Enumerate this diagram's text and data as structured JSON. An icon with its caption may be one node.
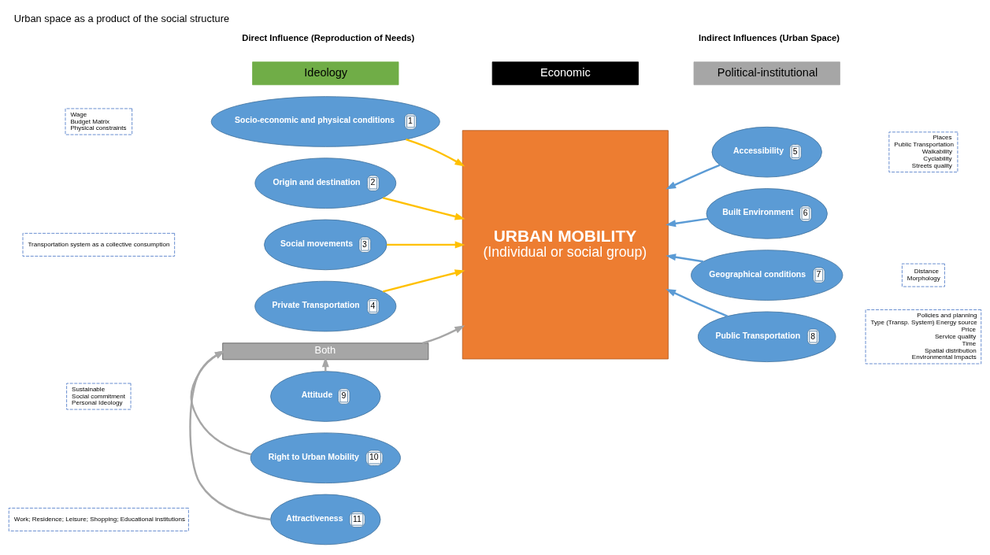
{
  "diagram": {
    "title": "Urban space as a product of the social structure",
    "nodes": [
      {
        "text": [
          "Ideology"
        ]
      },
      {
        "text": [
          "Economic"
        ]
      },
      {
        "text": [
          "Political-institutional"
        ]
      },
      {
        "text": [
          "Socio-economic and physical conditions",
          "1"
        ]
      },
      {
        "text": [
          "Wage",
          "Budget Matrix",
          "Physical constraints"
        ]
      },
      {
        "text": [
          "Origin and destination",
          "2"
        ]
      },
      {
        "text": [
          "Transportation system as a collective consumption"
        ]
      },
      {
        "text": [
          "Social movements",
          "3"
        ]
      },
      {
        "text": [
          "Private Transportation",
          "4"
        ]
      },
      {
        "text": [
          "URBAN MOBILITY",
          "(Individual or social group)"
        ]
      },
      {
        "text": [
          "Accessibility",
          "5"
        ]
      },
      {
        "text": [
          "Places",
          "Public Transportation",
          "Walkability",
          "Cyclability",
          "Streets quality"
        ]
      },
      {
        "text": [
          "Built Environment",
          "6"
        ]
      },
      {
        "text": [
          "Geographical conditions",
          "7"
        ]
      },
      {
        "text": [
          "Distance",
          "Morphology"
        ]
      },
      {
        "text": [
          "Public Transportation",
          "8"
        ]
      },
      {
        "text": [
          "Policies and planning",
          "Type (Transp. System) Energy source",
          "Price",
          "Service quality",
          "Time",
          "Spatial distribution",
          "Environmental Impacts"
        ]
      },
      {
        "text": [
          "Both"
        ]
      },
      {
        "text": [
          "Sustainable",
          "Social commitment",
          "Personal Ideology"
        ]
      },
      {
        "text": [
          "Attitude",
          "9"
        ]
      },
      {
        "text": [
          "Right to Urban Mobility",
          "10"
        ]
      },
      {
        "text": [
          "Attractiveness",
          "11"
        ]
      },
      {
        "text": [
          "Work; Residence; Leisure; Shopping; Educational institutions"
        ]
      }
    ],
    "edges": [
      {
        "from": 3,
        "to": 9,
        "arrow": "to",
        "color": "#ffc000"
      },
      {
        "from": 5,
        "to": 9,
        "arrow": "to",
        "color": "#ffc000"
      },
      {
        "from": 7,
        "to": 9,
        "arrow": "to",
        "color": "#ffc000"
      },
      {
        "from": 8,
        "to": 9,
        "arrow": "to",
        "color": "#ffc000"
      },
      {
        "from": 10,
        "to": 9,
        "arrow": "to",
        "color": "#5b9bd5"
      },
      {
        "from": 12,
        "to": 9,
        "arrow": "to",
        "color": "#5b9bd5"
      },
      {
        "from": 13,
        "to": 9,
        "arrow": "to",
        "color": "#5b9bd5"
      },
      {
        "from": 15,
        "to": 9,
        "arrow": "to",
        "color": "#5b9bd5"
      },
      {
        "from": 17,
        "to": 9,
        "arrow": "to",
        "color": "#a6a6a6"
      },
      {
        "from": 19,
        "to": 17,
        "arrow": "to",
        "color": "#a6a6a6"
      },
      {
        "from": 20,
        "to": 17,
        "arrow": "to",
        "color": "#a6a6a6"
      },
      {
        "from": 21,
        "to": 17,
        "arrow": "to",
        "color": "#a6a6a6"
      }
    ],
    "labels": [
      "Direct Influence (Reproduction of Needs)",
      "Indirect Influences (Urban Space)"
    ]
  }
}
